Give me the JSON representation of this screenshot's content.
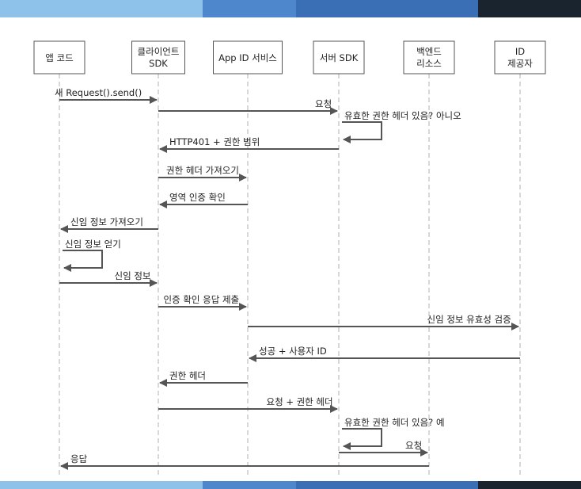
{
  "colors": {
    "band_light": "#8fc2eb",
    "band_mid": "#4e87cc",
    "band_blue": "#3a6fb5",
    "band_dark": "#19242f",
    "line": "#555555",
    "lifeline": "#b0b0b0"
  },
  "participants": [
    {
      "line1": "앱 코드",
      "line2": ""
    },
    {
      "line1": "클라이언트",
      "line2": "SDK"
    },
    {
      "line1": "App ID 서비스",
      "line2": ""
    },
    {
      "line1": "서버 SDK",
      "line2": ""
    },
    {
      "line1": "백엔드",
      "line2": "리소스"
    },
    {
      "line1": "ID",
      "line2": "제공자"
    }
  ],
  "messages": [
    {
      "from": 0,
      "to": 1,
      "text": "새 Request().send()"
    },
    {
      "from": 1,
      "to": 3,
      "text": "요청"
    },
    {
      "from": 3,
      "to": 3,
      "text": "유효한 권한 헤더 있음? 아니오"
    },
    {
      "from": 3,
      "to": 1,
      "text": "HTTP401 + 권한 범위"
    },
    {
      "from": 1,
      "to": 2,
      "text": "권한 헤더 가져오기"
    },
    {
      "from": 2,
      "to": 1,
      "text": "영역 인증 확인"
    },
    {
      "from": 1,
      "to": 0,
      "text": "신임 정보 가져오기"
    },
    {
      "from": 0,
      "to": 0,
      "text": "신임 정보 얻기"
    },
    {
      "from": 0,
      "to": 1,
      "text": "신임 정보"
    },
    {
      "from": 1,
      "to": 2,
      "text": "인증 확인 응답 제출"
    },
    {
      "from": 2,
      "to": 5,
      "text": "신임 정보 유효성 검증"
    },
    {
      "from": 5,
      "to": 2,
      "text": "성공 + 사용자 ID"
    },
    {
      "from": 2,
      "to": 1,
      "text": "권한 헤더"
    },
    {
      "from": 1,
      "to": 3,
      "text": "요청 + 권한 헤더"
    },
    {
      "from": 3,
      "to": 3,
      "text": "유효한 권한 헤더 있음? 예"
    },
    {
      "from": 3,
      "to": 4,
      "text": "요청"
    },
    {
      "from": 4,
      "to": 0,
      "text": "응답"
    }
  ]
}
